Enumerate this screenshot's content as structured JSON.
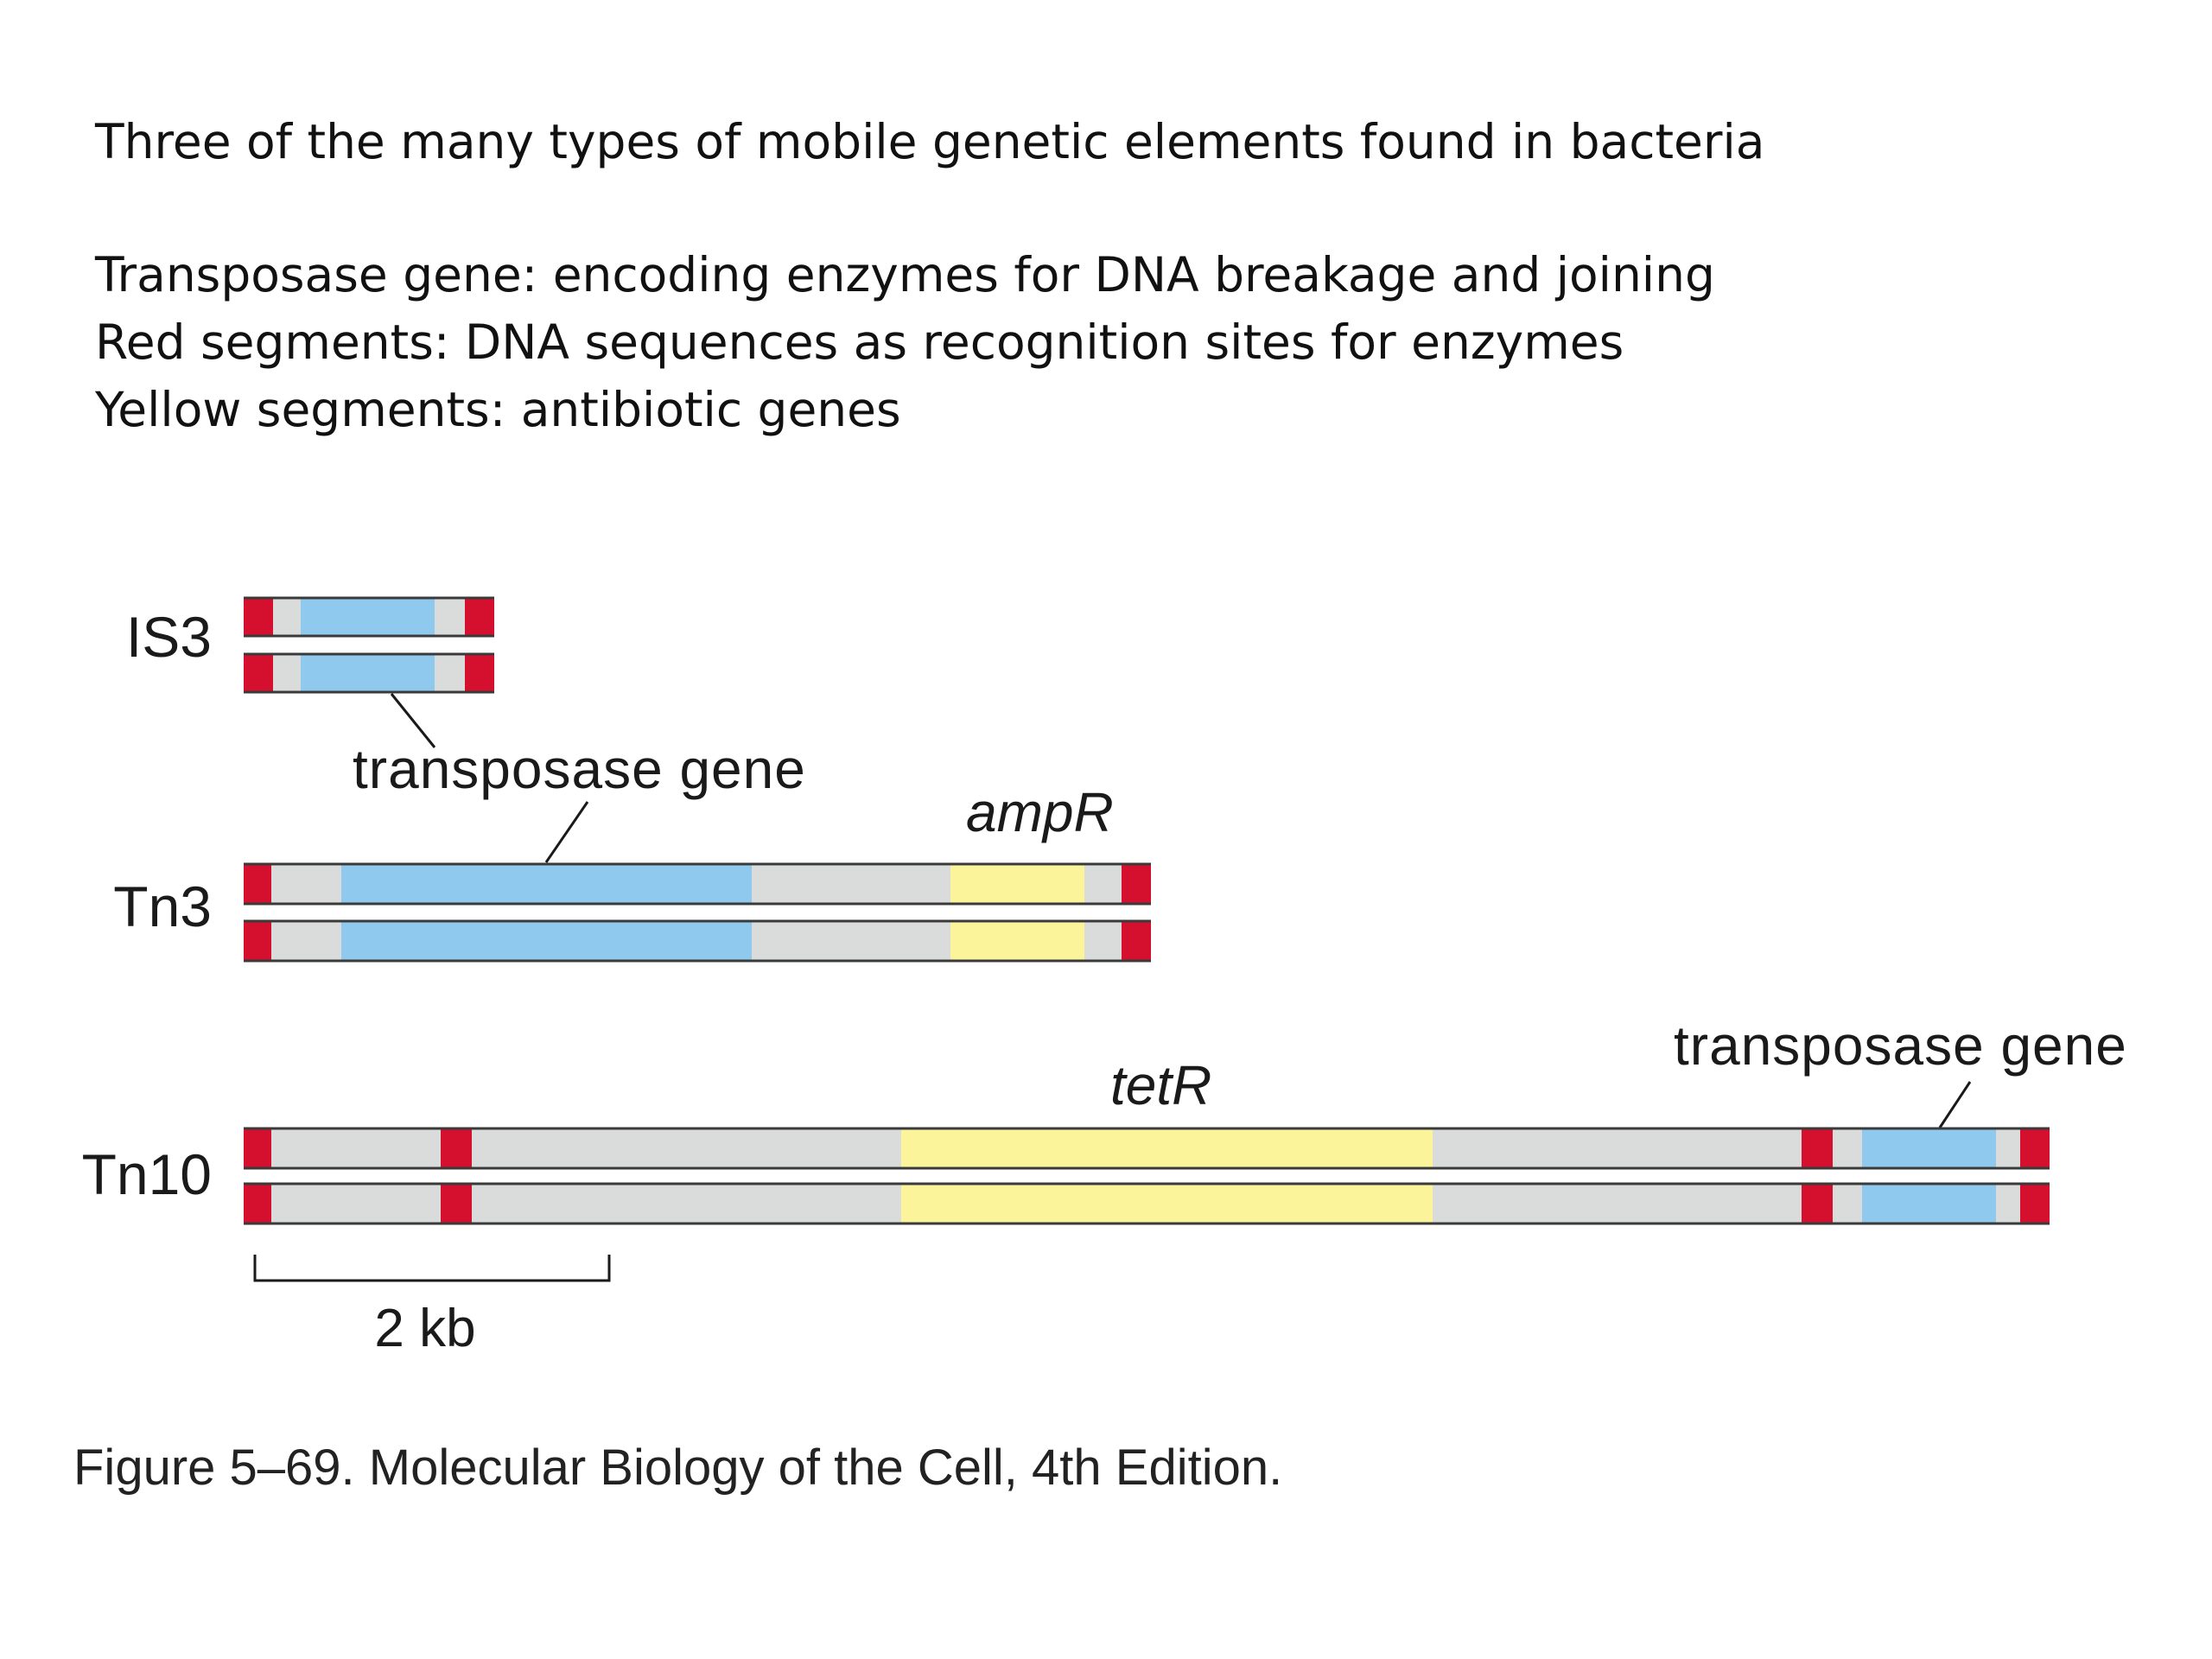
{
  "header": {
    "intro": "Three of the many types of mobile genetic elements found in bacteria",
    "legend_lines": [
      "Transposase gene: encoding enzymes for DNA breakage and joining",
      "Red segments: DNA sequences as recognition sites for enzymes",
      "Yellow segments: antibiotic genes"
    ]
  },
  "colors": {
    "background_dna": "#d9dcda",
    "transposase": "#8fc9ee",
    "recognition_site": "#d4102e",
    "antibiotic": "#fbf49a",
    "outline": "#3a3a3a"
  },
  "diagram": {
    "elements": [
      {
        "name": "IS3"
      },
      {
        "name": "Tn3"
      },
      {
        "name": "Tn10"
      }
    ],
    "callouts": {
      "is3_transposase": "transposase gene",
      "tn10_transposase": "transposase gene"
    },
    "gene_labels": {
      "ampR": "ampR",
      "tetR": "tetR"
    },
    "scale": {
      "label": "2 kb"
    }
  },
  "caption": "Figure 5–69. Molecular Biology of the Cell, 4th Edition."
}
